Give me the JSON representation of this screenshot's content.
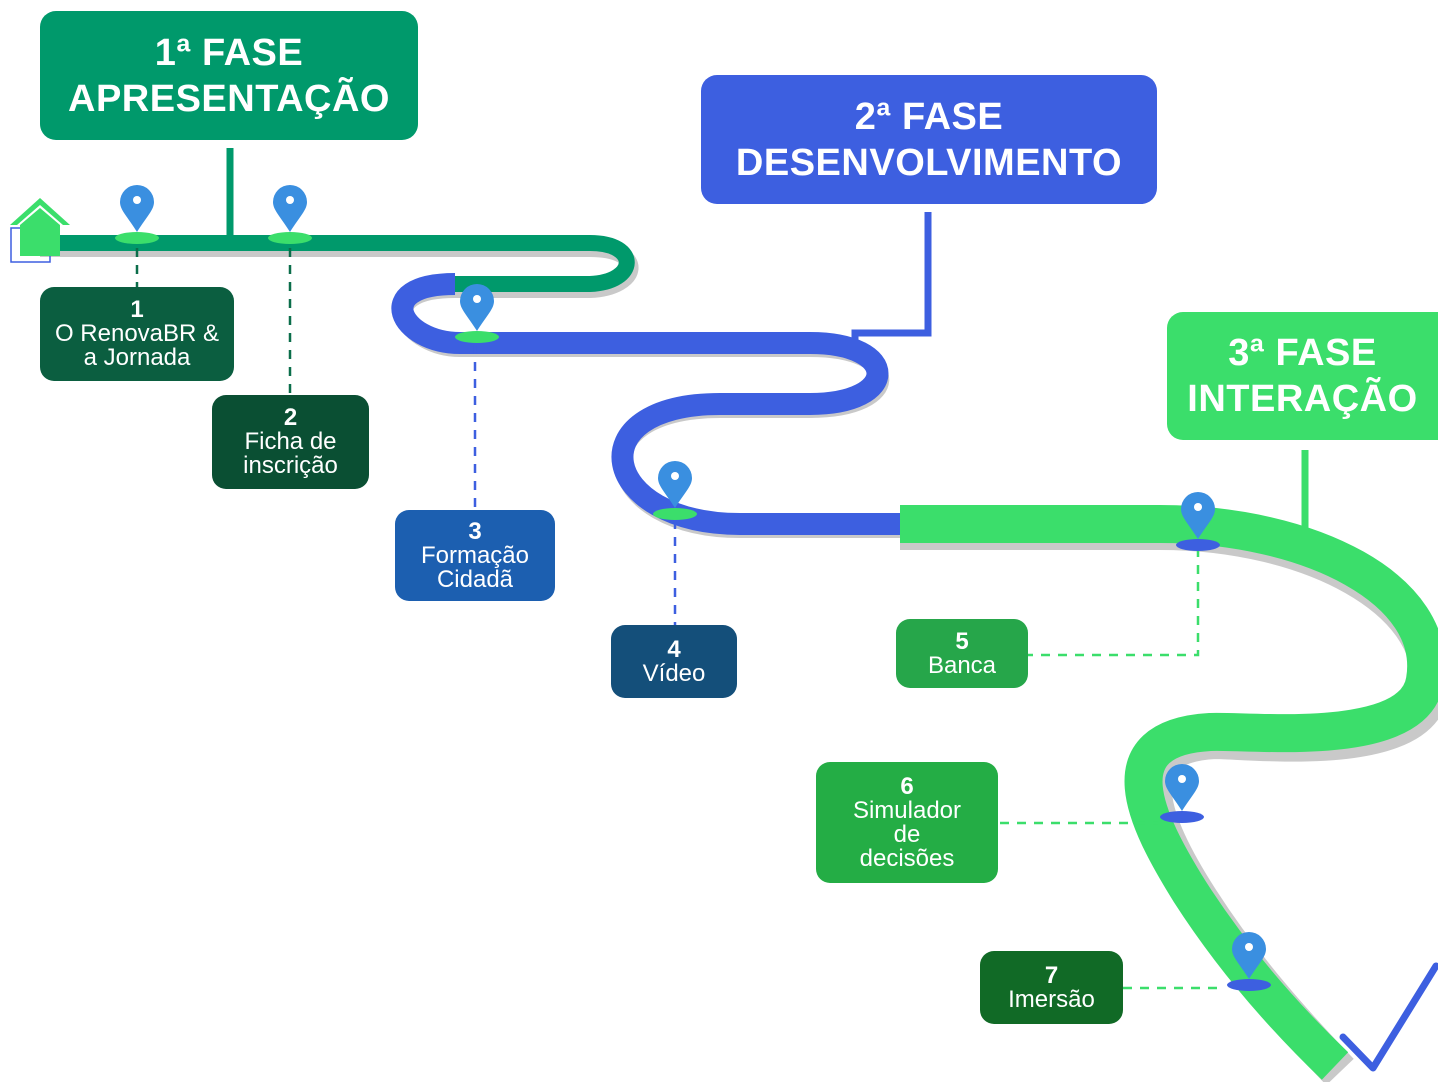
{
  "colors": {
    "phase1": "#00996b",
    "phase2": "#3d5fe0",
    "phase3": "#3bde6b",
    "road_shadow": "#c9c9c9",
    "pin": "#3a8fe0",
    "step1": "#0b5e40",
    "step2": "#0a4f33",
    "step3": "#1c5fb0",
    "step4": "#144f7a",
    "step5": "#26a64a",
    "step6": "#24ad45",
    "step7": "#116a26"
  },
  "phases": [
    {
      "line1": "1ª FASE",
      "line2": "APRESENTAÇÃO"
    },
    {
      "line1": "2ª FASE",
      "line2": "DESENVOLVIMENTO"
    },
    {
      "line1": "3ª FASE",
      "line2": "INTERAÇÃO"
    }
  ],
  "steps": [
    {
      "num": "1",
      "line1": "O RenovaBR &",
      "line2": "a Jornada"
    },
    {
      "num": "2",
      "line1": "Ficha de",
      "line2": "inscrição"
    },
    {
      "num": "3",
      "line1": "Formação",
      "line2": "Cidadã"
    },
    {
      "num": "4",
      "line1": "Vídeo"
    },
    {
      "num": "5",
      "line1": "Banca"
    },
    {
      "num": "6",
      "line1": "Simulador",
      "line2": "de",
      "line3": "decisões"
    },
    {
      "num": "7",
      "line1": "Imersão"
    }
  ],
  "icons": {
    "start": "home-icon",
    "marker": "map-pin-icon",
    "finish": "checkmark-icon"
  }
}
